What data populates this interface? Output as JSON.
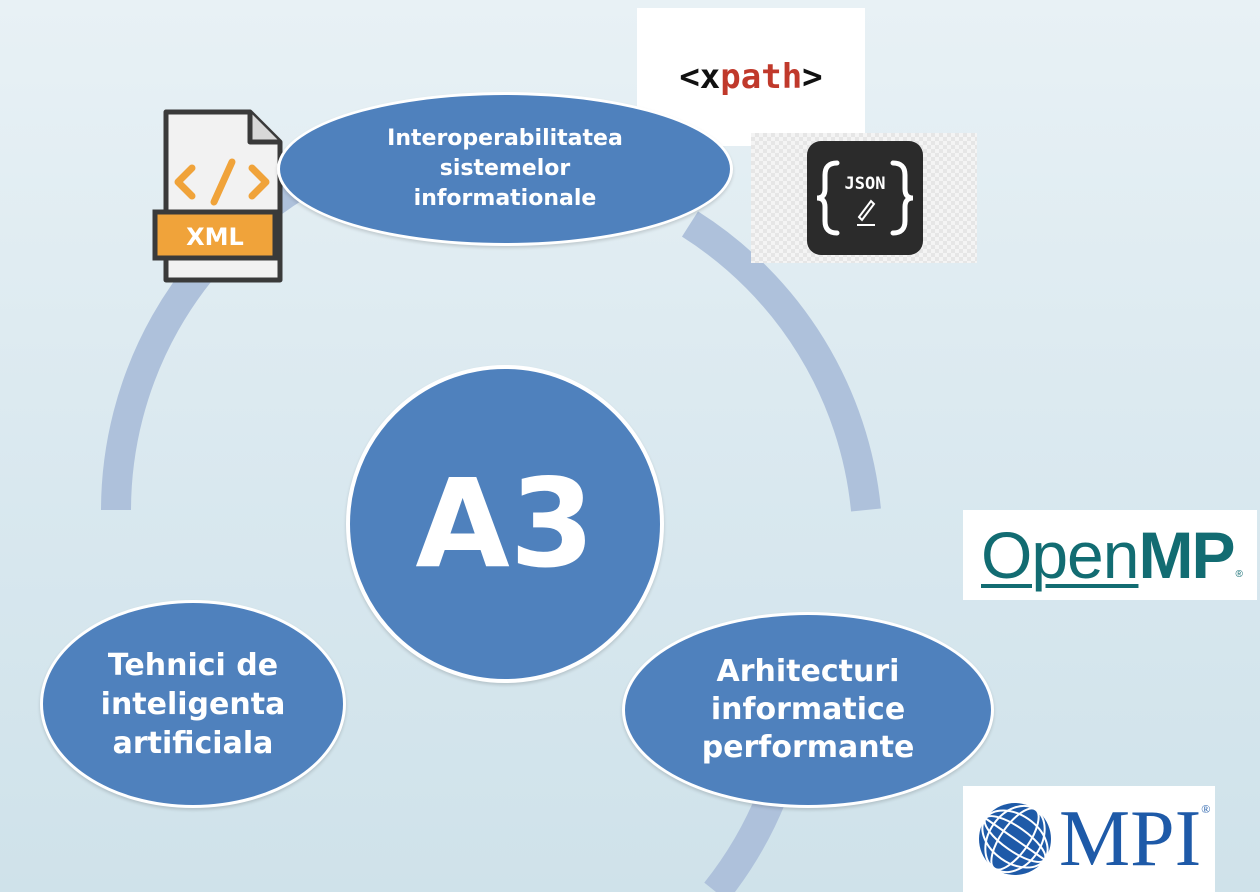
{
  "center": {
    "label": "A3"
  },
  "nodes": {
    "top": "Interoperabilitatea\nsistemelor\ninformationale",
    "left": "Tehnici de\ninteligenta\nartificiala",
    "right": "Arhitecturi\ninformatice\nperformante"
  },
  "logos": {
    "xml": "XML",
    "xpath_open": "<x",
    "xpath_keyword": "path",
    "xpath_close": ">",
    "json": "JSON",
    "openmp_light": "Open",
    "openmp_bold": "MP",
    "openmp_reg": "®",
    "mpi": "MPI",
    "mpi_reg": "®"
  },
  "colors": {
    "node_fill": "#4f81bd",
    "node_border": "#ffffff",
    "ring": "#aec1db",
    "xml_orange": "#f0a33a",
    "xpath_keyword": "#c0392b",
    "openmp": "#126c72",
    "mpi": "#1e5aa8"
  }
}
